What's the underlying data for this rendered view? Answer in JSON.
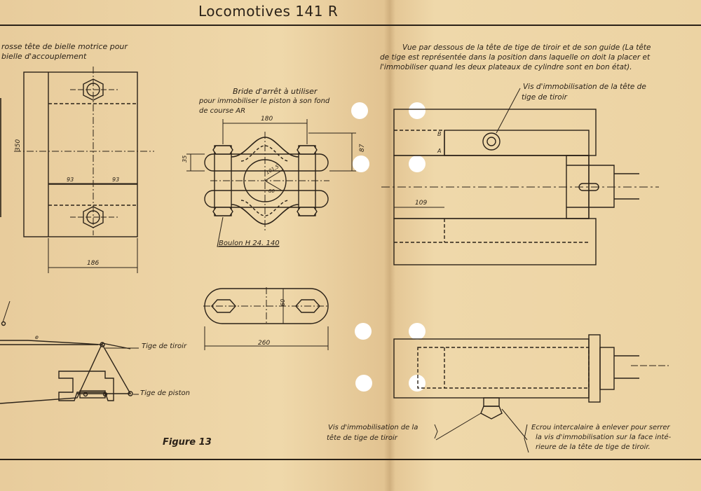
{
  "header": {
    "title": "Locomotives 141 R"
  },
  "left_view": {
    "caption_line1": "rosse tête de bielle motrice pour",
    "caption_line2": "bielle d'accouplement",
    "dim_height": "350",
    "dim_left": "93",
    "dim_right": "93",
    "dim_width": "186"
  },
  "clamp": {
    "caption_line1": "Bride d'arrêt à utiliser",
    "caption_line2": "pour immobiliser le piston à son fond",
    "caption_line3": "de course AR",
    "dim_top": "180",
    "dim_side": "87",
    "dim_left": "35",
    "dim_inner1": "101,5",
    "dim_inner2": "80",
    "bolt_label": "Boulon H 24. 140",
    "plate_height": "60",
    "plate_width": "260"
  },
  "linkage": {
    "mark_e": "e",
    "label_tiroir": "Tige de tiroir",
    "label_piston": "Tige de piston"
  },
  "figure_label": "Figure 13",
  "right_top": {
    "caption_line1": "Vue par dessous de la tête de tige de tiroir et de son guide (La tête",
    "caption_line2": "de tige est représentée dans la position dans laquelle on doit la placer et",
    "caption_line3": "l'immobiliser quand les deux plateaux de cylindre sont en bon état).",
    "screw_label_line1": "Vis d'immobilisation de la tête de",
    "screw_label_line2": "tige de tiroir",
    "mark_b": "B",
    "mark_a": "A",
    "dim_109": "109"
  },
  "right_bottom": {
    "screw_label_line1": "Vis d'immobilisation de la",
    "screw_label_line2": "tête de tige de tiroir",
    "nut_label_line1": "Ecrou intercalaire à enlever pour serrer",
    "nut_label_line2": "la vis d'immobilisation sur la face inté-",
    "nut_label_line3": "rieure de la tête de tige de tiroir."
  }
}
